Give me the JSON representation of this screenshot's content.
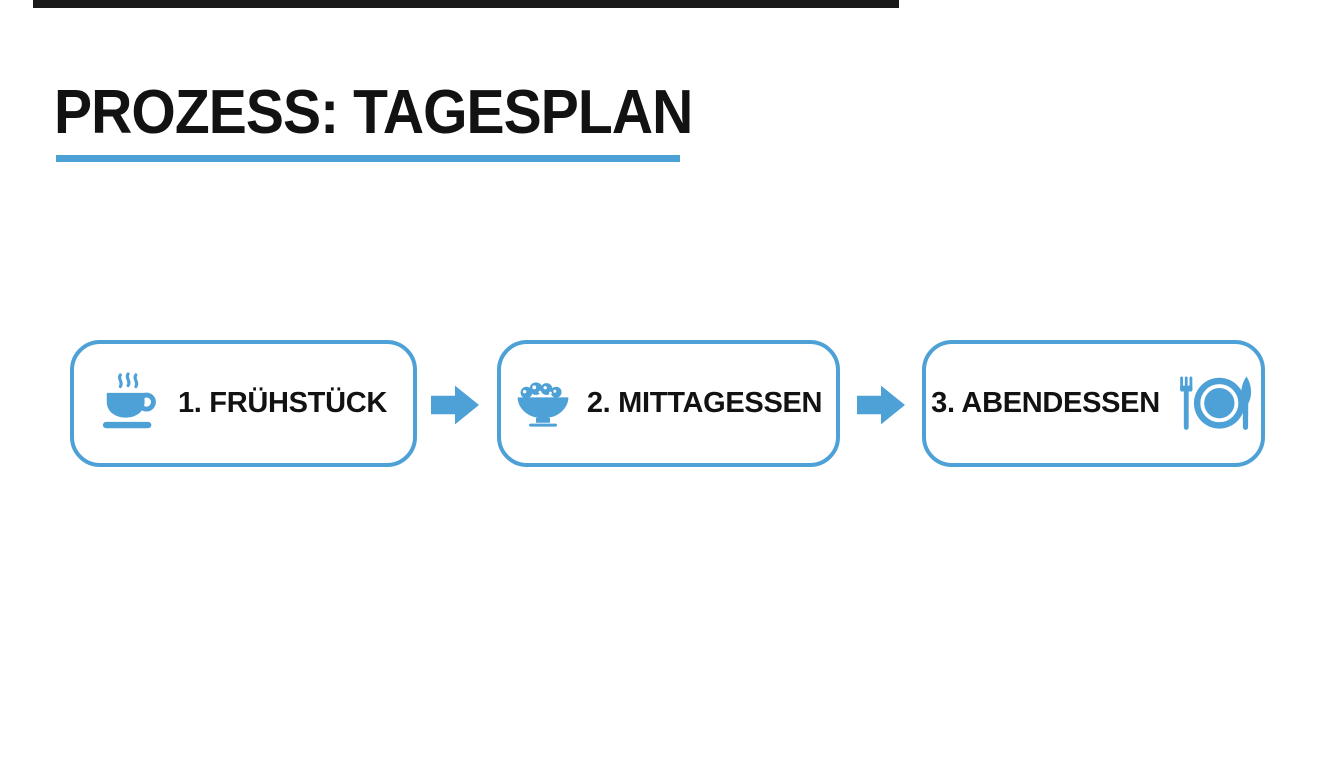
{
  "page": {
    "background": "#ffffff",
    "accent_color": "#4EA1D7",
    "text_color": "#121212",
    "top_bar_color": "#1a1a1a"
  },
  "title": {
    "text": "PROZESS: TAGESPLAN"
  },
  "process": {
    "steps": [
      {
        "label": "1. FRÜHSTÜCK",
        "icon": "coffee-cup-icon",
        "icon_position": "left"
      },
      {
        "label": "2. MITTAGESSEN",
        "icon": "salad-bowl-icon",
        "icon_position": "left"
      },
      {
        "label": "3. ABENDESSEN",
        "icon": "dinner-plate-icon",
        "icon_position": "right"
      }
    ],
    "connector_icon": "right-arrow-icon"
  }
}
